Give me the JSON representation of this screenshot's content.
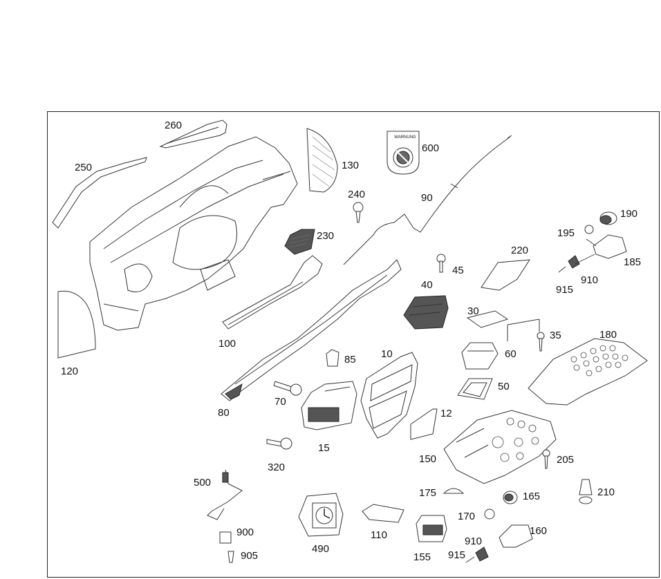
{
  "diagram": {
    "warning_label_text": "WARNUNG",
    "parts": [
      {
        "id": "p260",
        "label": "260"
      },
      {
        "id": "p250",
        "label": "250"
      },
      {
        "id": "p130",
        "label": "130"
      },
      {
        "id": "p600",
        "label": "600"
      },
      {
        "id": "p240",
        "label": "240"
      },
      {
        "id": "p90",
        "label": "90"
      },
      {
        "id": "p190",
        "label": "190"
      },
      {
        "id": "p195",
        "label": "195"
      },
      {
        "id": "p230",
        "label": "230"
      },
      {
        "id": "p220",
        "label": "220"
      },
      {
        "id": "p185",
        "label": "185"
      },
      {
        "id": "p45",
        "label": "45"
      },
      {
        "id": "p910a",
        "label": "910"
      },
      {
        "id": "p915a",
        "label": "915"
      },
      {
        "id": "p40",
        "label": "40"
      },
      {
        "id": "p30",
        "label": "30"
      },
      {
        "id": "p35",
        "label": "35"
      },
      {
        "id": "p180",
        "label": "180"
      },
      {
        "id": "p100",
        "label": "100"
      },
      {
        "id": "p60",
        "label": "60"
      },
      {
        "id": "p120",
        "label": "120"
      },
      {
        "id": "p10",
        "label": "10"
      },
      {
        "id": "p85",
        "label": "85"
      },
      {
        "id": "p50",
        "label": "50"
      },
      {
        "id": "p70",
        "label": "70"
      },
      {
        "id": "p80",
        "label": "80"
      },
      {
        "id": "p12",
        "label": "12"
      },
      {
        "id": "p15",
        "label": "15"
      },
      {
        "id": "p320",
        "label": "320"
      },
      {
        "id": "p150",
        "label": "150"
      },
      {
        "id": "p205",
        "label": "205"
      },
      {
        "id": "p500",
        "label": "500"
      },
      {
        "id": "p175",
        "label": "175"
      },
      {
        "id": "p210",
        "label": "210"
      },
      {
        "id": "p165",
        "label": "165"
      },
      {
        "id": "p170",
        "label": "170"
      },
      {
        "id": "p900",
        "label": "900"
      },
      {
        "id": "p110",
        "label": "110"
      },
      {
        "id": "p160",
        "label": "160"
      },
      {
        "id": "p910b",
        "label": "910"
      },
      {
        "id": "p490",
        "label": "490"
      },
      {
        "id": "p905",
        "label": "905"
      },
      {
        "id": "p155",
        "label": "155"
      },
      {
        "id": "p915b",
        "label": "915"
      }
    ]
  }
}
